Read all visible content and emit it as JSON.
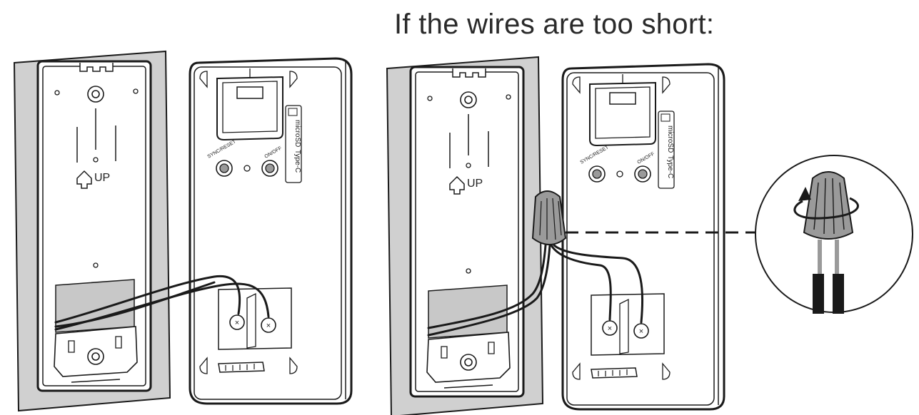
{
  "title": "If the wires are too short:",
  "labels": {
    "up": "UP",
    "sync_reset": "SYNC/RESET",
    "on_off": "ON/OFF",
    "microsd": "microSD",
    "type_c": "Type-C"
  },
  "colors": {
    "wall": "#d0d0d0",
    "plate": "#ffffff",
    "stroke": "#1a1a1a",
    "wire": "#1a1a1a",
    "wire_nut": "#9a9a9a",
    "lower_pad": "#c8c8c8"
  },
  "icons": [
    "up-arrow-icon",
    "rotate-arrow-icon",
    "sd-card-icon"
  ]
}
